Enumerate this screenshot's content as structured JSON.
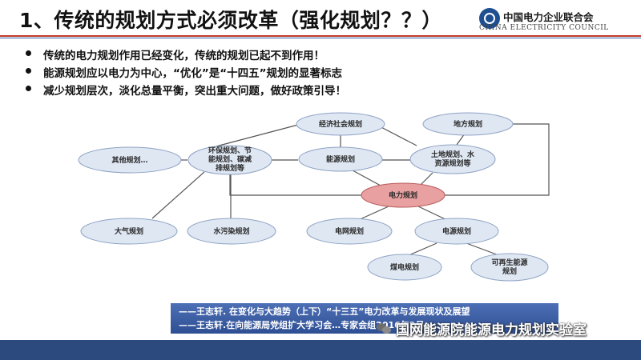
{
  "header": {
    "title": "1、传统的规划方式必须改革（强化规划？？）",
    "logo_cn": "中国电力企业联合会",
    "logo_en": "CHINA ELECTRICITY COUNCIL"
  },
  "bullets": [
    "传统的电力规划作用已经变化，传统的规划已起不到作用！",
    "能源规划应以电力为中心，“优化”是“十四五”规划的显著标志",
    "减少规划层次，淡化总量平衡，突出重大问题，做好政策引导！"
  ],
  "diagram": {
    "nodes": {
      "economic": "经济社会规划",
      "local": "地方规划",
      "other": "其他规划…",
      "env": [
        "环保规划、节",
        "能规划、碳减",
        "排规划等"
      ],
      "energy": "能源规划",
      "land": [
        "土地规划、水",
        "资源规划等"
      ],
      "power": "电力规划",
      "air": "大气规划",
      "water": "水污染规划",
      "grid": "电网规划",
      "source": "电源规划",
      "coal": "煤电规划",
      "renew": [
        "可再生能源",
        "规划"
      ]
    },
    "colors": {
      "node_fill": "#dfe7f3",
      "node_stroke": "#8ea3c4",
      "highlight_fill": "#e8a0a0",
      "highlight_stroke": "#b85b5b",
      "line": "#555555"
    }
  },
  "citation": [
    "——王志轩. 在变化与大趋势（上下）“十三五”电力改革与发展现状及展望",
    "——王志轩.在向能源局党组扩大学习会…专家会组2016年2月"
  ],
  "watermark": {
    "icon": "wechat-icon",
    "text": "国网能源院能源电力规划实验室"
  }
}
